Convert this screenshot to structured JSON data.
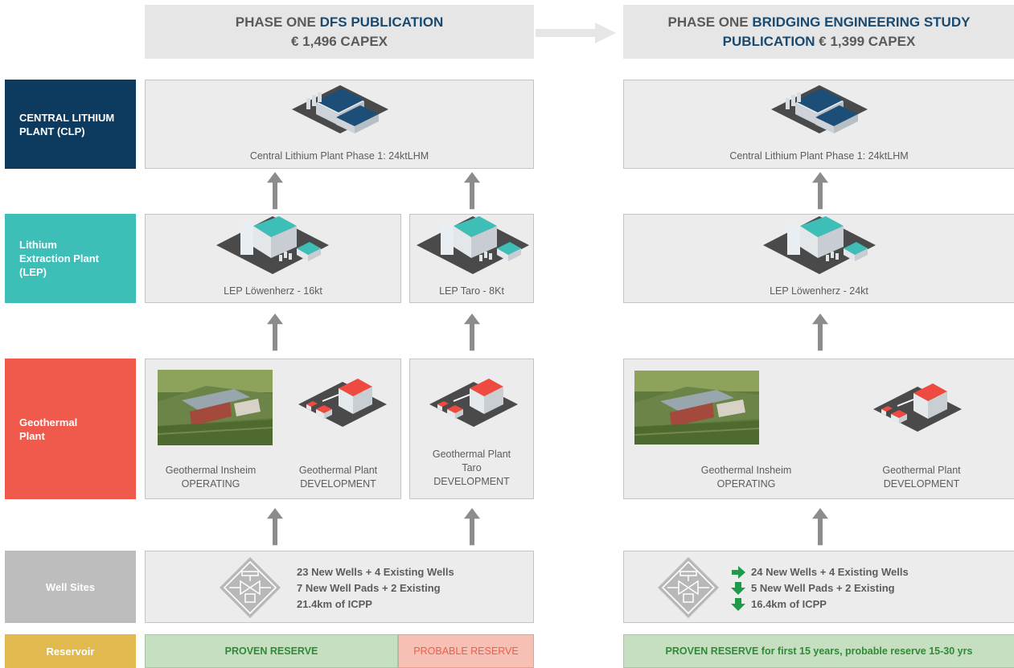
{
  "header_left": {
    "prefix": "PHASE ONE ",
    "highlight": "DFS PUBLICATION",
    "line2": "€ 1,496 CAPEX"
  },
  "header_right": {
    "prefix": "PHASE ONE ",
    "highlight": "BRIDGING ENGINEERING STUDY",
    "line2_highlight": "PUBLICATION",
    "line2_rest": " € 1,399 CAPEX"
  },
  "categories": {
    "clp": "CENTRAL LITHIUM PLANT (CLP)",
    "lep": "Lithium Extraction Plant (LEP)",
    "geo": "Geothermal Plant",
    "wells": "Well Sites",
    "reservoir": "Reservoir"
  },
  "colors": {
    "clp": "#0d3a5f",
    "lep": "#3dbfb8",
    "geo": "#ef5a4c",
    "wells": "#bdbdbd",
    "reservoir": "#e1b94e",
    "proven": "#c5dfc0",
    "probable": "#f6c0b4"
  },
  "left": {
    "clp_caption": "Central Lithium Plant Phase 1: 24ktLHM",
    "lep1_caption": "LEP Löwenherz - 16kt",
    "lep2_caption": "LEP Taro - 8Kt",
    "geo_insheim": [
      "Geothermal Insheim",
      "OPERATING"
    ],
    "geo_dev": [
      "Geothermal Plant",
      "DEVELOPMENT"
    ],
    "geo_taro": [
      "Geothermal Plant",
      "Taro",
      "DEVELOPMENT"
    ],
    "wells": [
      "23 New Wells + 4 Existing Wells",
      "7 New Well Pads + 2 Existing",
      "21.4km of ICPP"
    ],
    "proven": "PROVEN RESERVE",
    "probable": "PROBABLE RESERVE"
  },
  "right": {
    "clp_caption": "Central Lithium Plant Phase 1: 24ktLHM",
    "lep_caption": "LEP Löwenherz - 24kt",
    "geo_insheim": [
      "Geothermal Insheim",
      "OPERATING"
    ],
    "geo_dev": [
      "Geothermal Plant",
      "DEVELOPMENT"
    ],
    "wells": [
      "24 New Wells + 4 Existing Wells",
      "5 New Well Pads + 2 Existing",
      "16.4km of ICPP"
    ],
    "reserve": "PROVEN RESERVE for first 15 years, probable reserve 15-30 yrs"
  },
  "icons": [
    "factory-icon",
    "extraction-plant-icon",
    "geothermal-plant-icon",
    "well-valve-icon",
    "arrow-right-icon",
    "arrow-down-icon",
    "up-arrow-icon"
  ]
}
